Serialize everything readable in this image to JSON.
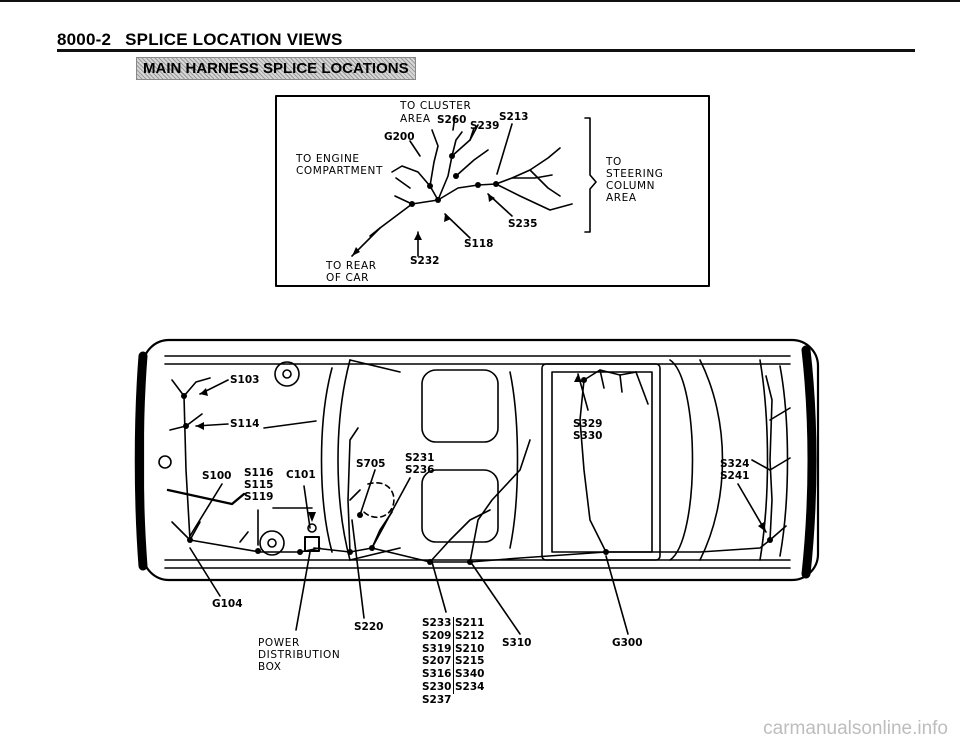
{
  "header": {
    "page_number": "8000-2",
    "section_title": "SPLICE LOCATION VIEWS",
    "subtitle": "MAIN HARNESS SPLICE LOCATIONS"
  },
  "inset": {
    "to_cluster": "TO CLUSTER",
    "area": "AREA",
    "s260": "S260",
    "s239": "S239",
    "s213": "S213",
    "g200": "G200",
    "to_engine": "TO ENGINE",
    "compartment": "COMPARTMENT",
    "to": "TO",
    "steering": "STEERING",
    "column": "COLUMN",
    "area2": "AREA",
    "s235": "S235",
    "s118": "S118",
    "s232": "S232",
    "to_rear": "TO REAR",
    "of_car": "OF CAR"
  },
  "car": {
    "s103": "S103",
    "s114": "S114",
    "s100": "S100",
    "s116": "S116",
    "s115": "S115",
    "s119": "S119",
    "c101": "C101",
    "s705": "S705",
    "s231": "S231",
    "s236": "S236",
    "s329": "S329",
    "s330": "S330",
    "s324": "S324",
    "s241": "S241",
    "g104": "G104",
    "s220": "S220",
    "power": "POWER",
    "distribution": "DISTRIBUTION",
    "box": "BOX",
    "s310": "S310",
    "g300": "G300",
    "col1": [
      "S233",
      "S209",
      "S319",
      "S207",
      "S316",
      "S230",
      "S237"
    ],
    "col2": [
      "S211",
      "S212",
      "S210",
      "S215",
      "S340",
      "S234"
    ]
  },
  "watermark": "carmanualsonline.info"
}
